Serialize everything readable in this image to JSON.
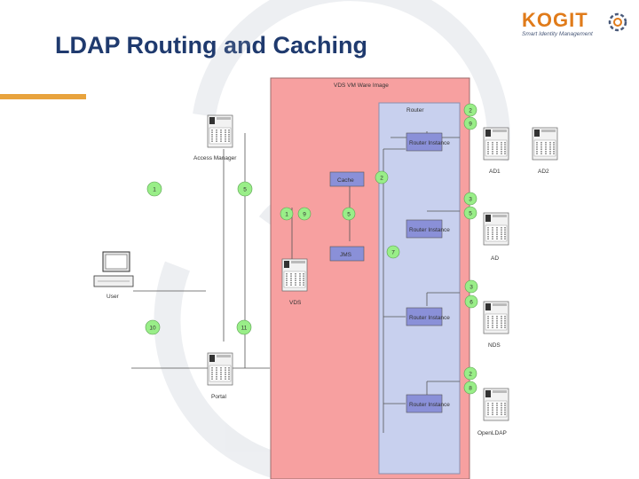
{
  "title": "LDAP Routing and Caching",
  "logo": {
    "word": "KOGIT",
    "tagline": "Smart Identity Management"
  },
  "colors": {
    "title": "#1f3a6e",
    "accent": "#e8a33d",
    "vm_fill": "#f7a0a0",
    "router_fill": "#c8d0ee",
    "badge": "#99ee88",
    "component": "#8a90d8"
  },
  "vm": {
    "label": "VDS VM Ware Image"
  },
  "router": {
    "label": "Router"
  },
  "cache": {
    "label": "Cache"
  },
  "jms": {
    "label": "JMS"
  },
  "router_instance": {
    "label": "Router Instance"
  },
  "nodes": {
    "access_manager": "Access Manager",
    "user": "User",
    "vds": "VDS",
    "portal": "Portal",
    "ad1": "AD1",
    "ad2": "AD2",
    "ad": "AD",
    "nds": "NDS",
    "openldap": "OpenLDAP"
  },
  "badges": [
    "2",
    "9",
    "2",
    "3",
    "5",
    "7",
    "3",
    "6",
    "2",
    "8",
    "1",
    "5",
    "1",
    "9",
    "5",
    "10",
    "11"
  ]
}
